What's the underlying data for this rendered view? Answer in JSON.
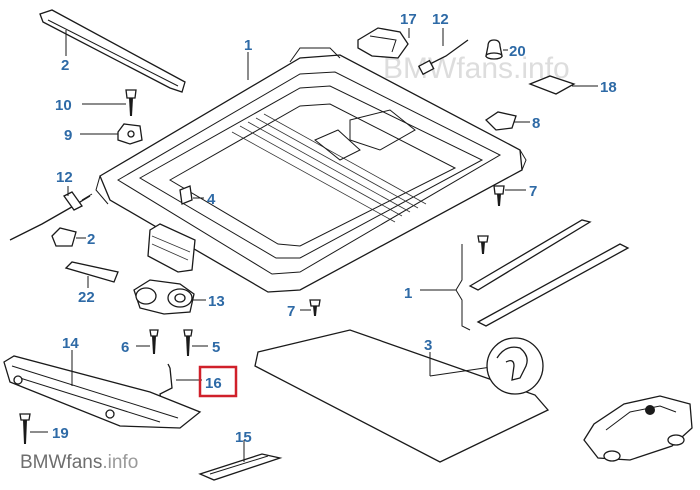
{
  "watermark": "BMWfans.info",
  "brand": {
    "name": "BMWfans",
    "suffix": ".info"
  },
  "callouts": [
    {
      "id": "c1",
      "label": "1"
    },
    {
      "id": "c1b",
      "label": "1"
    },
    {
      "id": "c2",
      "label": "2"
    },
    {
      "id": "c2b",
      "label": "2"
    },
    {
      "id": "c3",
      "label": "3"
    },
    {
      "id": "c4",
      "label": "4"
    },
    {
      "id": "c5",
      "label": "5"
    },
    {
      "id": "c6",
      "label": "6"
    },
    {
      "id": "c7",
      "label": "7"
    },
    {
      "id": "c7b",
      "label": "7"
    },
    {
      "id": "c8",
      "label": "8"
    },
    {
      "id": "c9",
      "label": "9"
    },
    {
      "id": "c10",
      "label": "10"
    },
    {
      "id": "c12",
      "label": "12"
    },
    {
      "id": "c12b",
      "label": "12"
    },
    {
      "id": "c13",
      "label": "13"
    },
    {
      "id": "c14",
      "label": "14"
    },
    {
      "id": "c15",
      "label": "15"
    },
    {
      "id": "c16",
      "label": "16",
      "highlighted": true,
      "highlight_color": "#d0202a"
    },
    {
      "id": "c17",
      "label": "17"
    },
    {
      "id": "c18",
      "label": "18"
    },
    {
      "id": "c19",
      "label": "19"
    },
    {
      "id": "c20",
      "label": "20"
    },
    {
      "id": "c22",
      "label": "22"
    }
  ],
  "colors": {
    "callout_text": "#2e6aa6",
    "highlight_box": "#d0202a",
    "line_art": "#1a1a1a"
  }
}
